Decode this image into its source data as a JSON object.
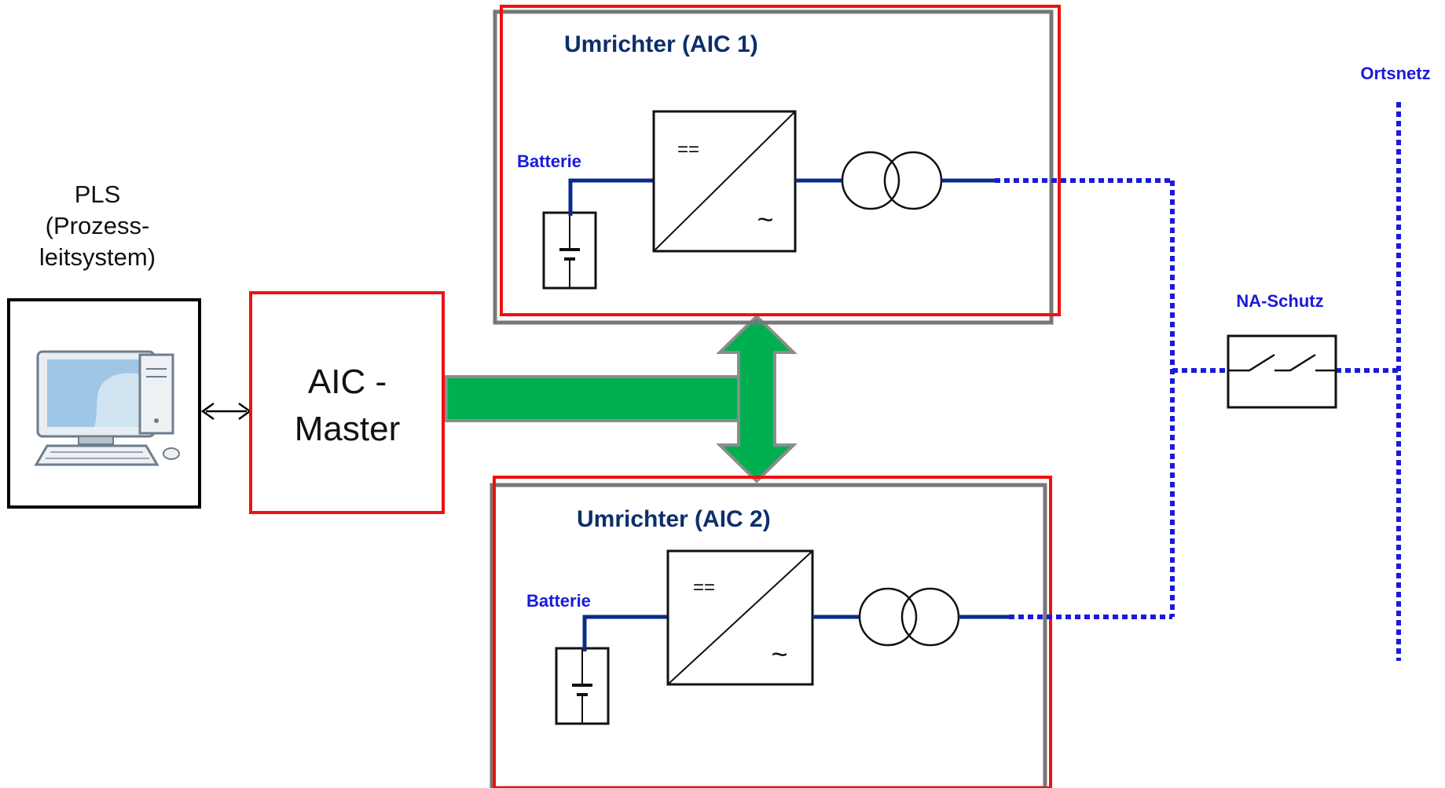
{
  "pls": {
    "line1": "PLS",
    "line2": "(Prozess-",
    "line3": "leitsystem)"
  },
  "master": {
    "line1": "AIC -",
    "line2": "Master"
  },
  "inverter1": {
    "title": "Umrichter (AIC 1)",
    "battery_label": "Batterie",
    "dc_symbol": "==",
    "ac_symbol": "~"
  },
  "inverter2": {
    "title": "Umrichter (AIC 2)",
    "battery_label": "Batterie",
    "dc_symbol": "==",
    "ac_symbol": "~"
  },
  "protection": {
    "label": "NA-Schutz"
  },
  "grid": {
    "label": "Ortsnetz"
  },
  "colors": {
    "frame_red": "#ee1111",
    "frame_gray": "#777777",
    "line_blue": "#1a1adc",
    "wire_navy": "#0b2b8a",
    "title_navy": "#0d2f6b",
    "bus_green": "#00b050",
    "bus_border": "#8c8c8c"
  },
  "icons": {
    "computer": "desktop-computer-icon",
    "battery": "battery-icon",
    "converter": "dc-ac-converter-icon",
    "transformer": "transformer-icon",
    "switch": "circuit-breaker-icon"
  }
}
